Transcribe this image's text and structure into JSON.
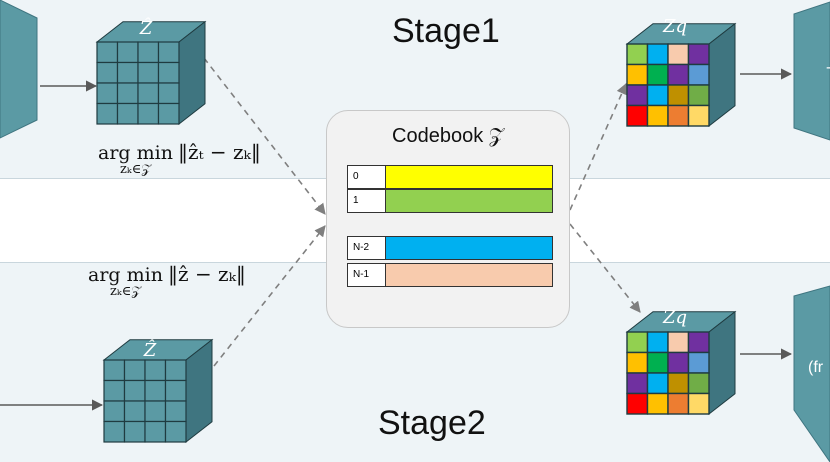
{
  "stages": {
    "stage1": "Stage1",
    "stage2": "Stage2"
  },
  "latents": {
    "z_hat_top": "Ẑ",
    "z_hat_bottom": "Ẑ",
    "zq_top": "Zq",
    "zq_bottom": "Zq"
  },
  "equations": {
    "top": {
      "op": "arg min",
      "sub": "zₖ∈𝒵",
      "expr": "‖ẑₜ − zₖ‖"
    },
    "bottom": {
      "op": "arg min",
      "sub": "zₖ∈𝒵",
      "expr": "‖ẑ − zₖ‖"
    }
  },
  "codebook": {
    "title": "Codebook 𝒵",
    "entries": [
      {
        "index": "0",
        "color": "#ffff00"
      },
      {
        "index": "1",
        "color": "#92d050"
      },
      {
        "index": "N-2",
        "color": "#00b0f0"
      },
      {
        "index": "N-1",
        "color": "#f8cbad"
      }
    ]
  },
  "right_block_text": "(fr",
  "colors": {
    "teal": "#5b9aa4",
    "teal_dark": "#3f7580",
    "teal_light": "#8ec3c9"
  },
  "quantized_grid": [
    [
      "#92d050",
      "#00b0f0",
      "#f8cbad",
      "#7030a0"
    ],
    [
      "#ffc000",
      "#00b050",
      "#7030a0",
      "#5b9bd5"
    ],
    [
      "#7030a0",
      "#00b0f0",
      "#bf9000",
      "#70ad47"
    ],
    [
      "#ff0000",
      "#ffc000",
      "#ed7d31",
      "#ffd966"
    ]
  ]
}
